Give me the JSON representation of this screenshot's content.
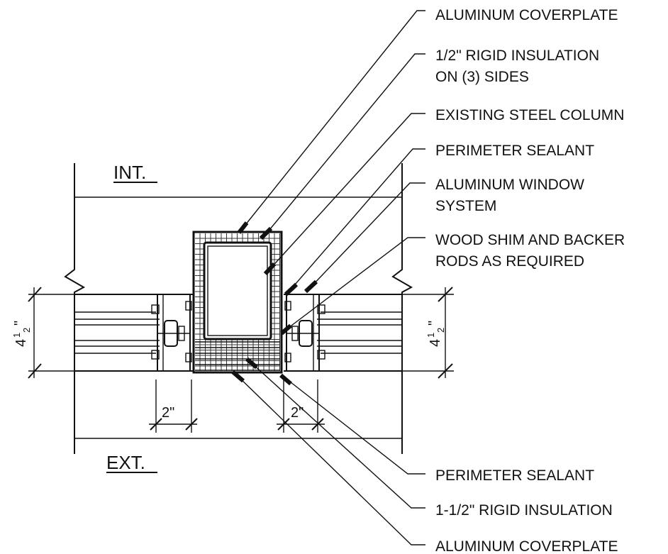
{
  "zones": {
    "interior": "INT.",
    "exterior": "EXT."
  },
  "labels": {
    "coverplate_top": "ALUMINUM COVERPLATE",
    "insul_half_1": "1/2\" RIGID INSULATION",
    "insul_half_2": "ON (3) SIDES",
    "column": "EXISTING STEEL COLUMN",
    "sealant_top": "PERIMETER SEALANT",
    "window_1": "ALUMINUM WINDOW",
    "window_2": "SYSTEM",
    "shim_1": "WOOD SHIM AND BACKER",
    "shim_2": "RODS AS REQUIRED",
    "sealant_bottom": "PERIMETER SEALANT",
    "insul_one_half": "1-1/2\" RIGID INSULATION",
    "coverplate_bottom": "ALUMINUM COVERPLATE"
  },
  "dimensions": {
    "depth_whole": "4",
    "depth_num": "1",
    "depth_den": "2",
    "depth_unit": "\"",
    "gap": "2\""
  }
}
